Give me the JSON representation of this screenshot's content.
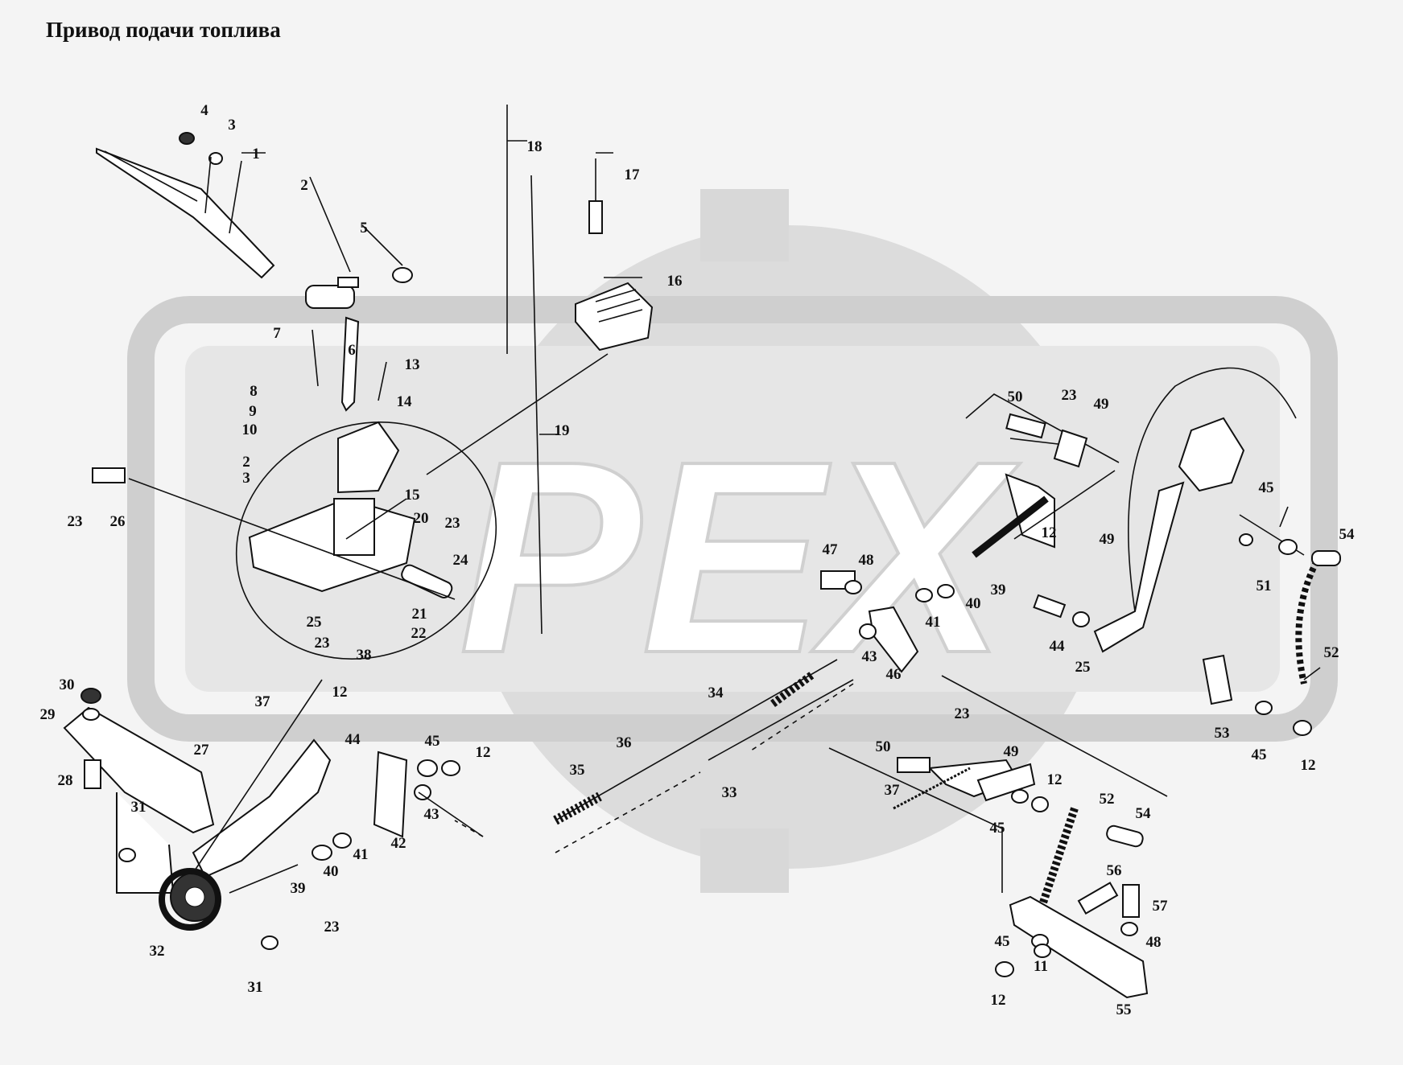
{
  "title": "Привод подачи топлива",
  "watermark": {
    "text": "РЕХ",
    "color": "#d6d6d6",
    "icon": "gear-logo"
  },
  "labels": [
    "1",
    "2",
    "3",
    "4",
    "5",
    "6",
    "7",
    "8",
    "9",
    "10",
    "11",
    "12",
    "13",
    "14",
    "15",
    "16",
    "17",
    "18",
    "19",
    "20",
    "21",
    "22",
    "23",
    "24",
    "25",
    "26",
    "27",
    "28",
    "29",
    "30",
    "31",
    "32",
    "33",
    "34",
    "35",
    "36",
    "37",
    "38",
    "39",
    "40",
    "41",
    "42",
    "43",
    "44",
    "45",
    "46",
    "47",
    "48",
    "49",
    "50",
    "51",
    "52",
    "53",
    "54",
    "55",
    "56",
    "57"
  ]
}
